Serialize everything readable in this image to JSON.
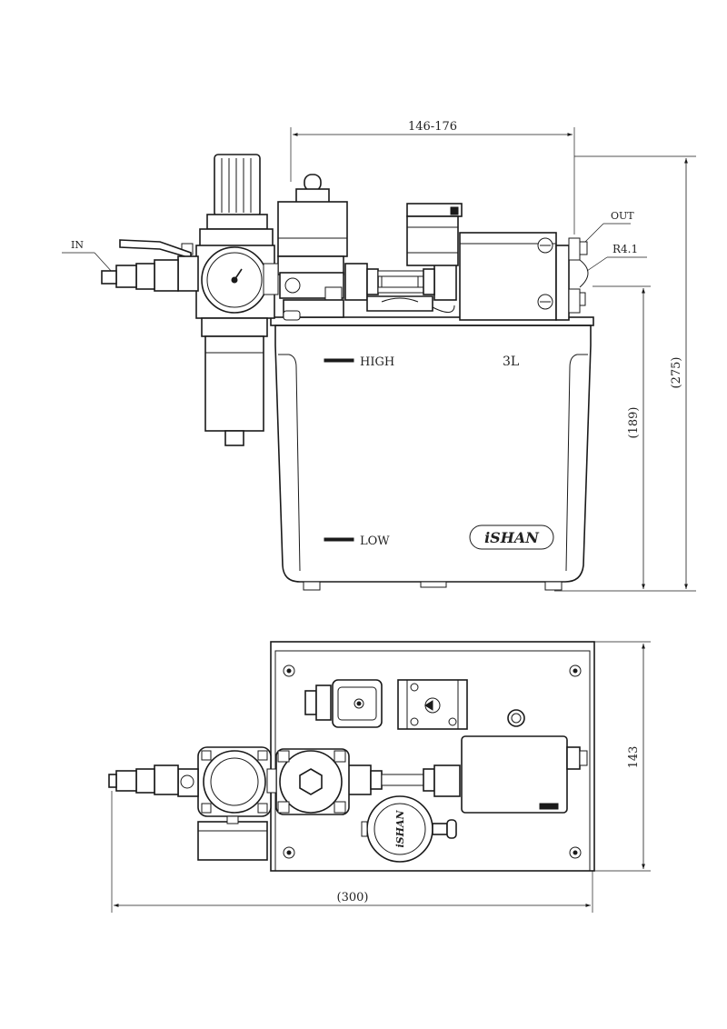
{
  "dimensions": {
    "top_width": "146-176",
    "total_height": "(275)",
    "tank_height": "(189)",
    "base_depth": "143",
    "overall_width": "(300)"
  },
  "callouts": {
    "inlet": "IN",
    "outlet": "OUT",
    "radius": "R4.1"
  },
  "tank": {
    "level_high": "HIGH",
    "level_low": "LOW",
    "capacity": "3L",
    "logo": "iSHAN"
  },
  "colors": {
    "line": "#1a1a1a",
    "background": "#ffffff"
  }
}
